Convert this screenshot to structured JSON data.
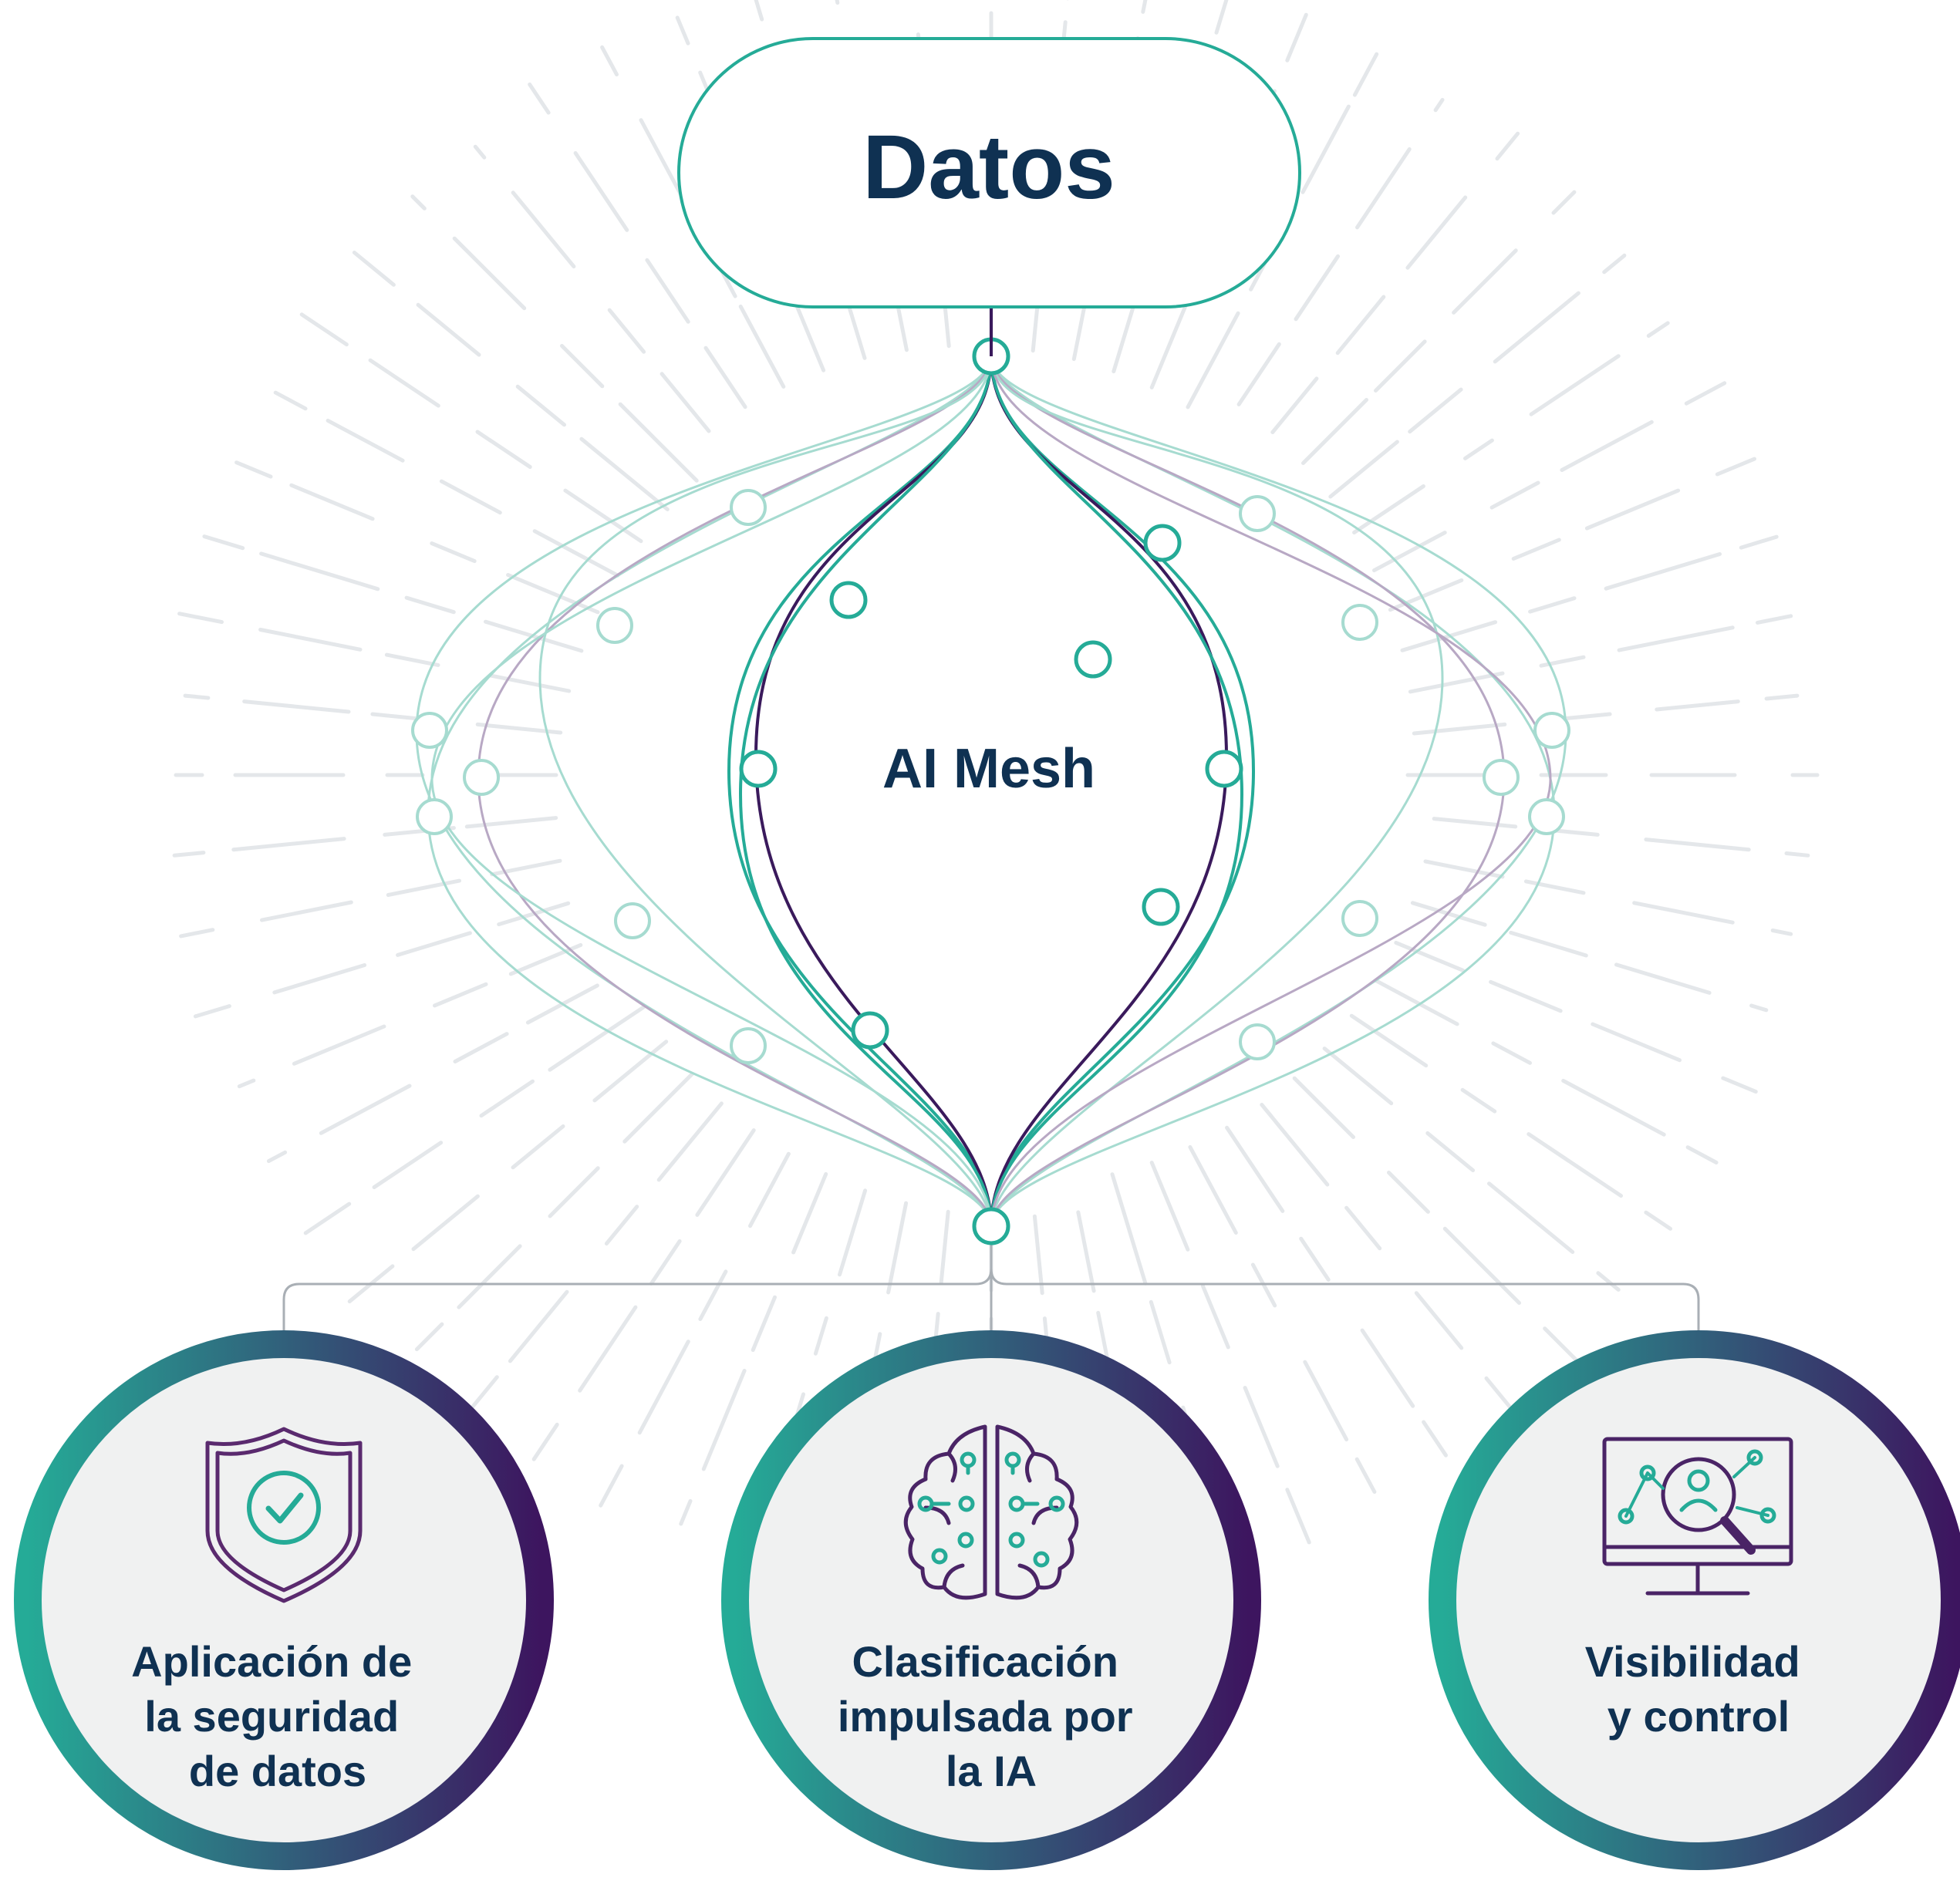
{
  "top_node": {
    "label": "Datos"
  },
  "center": {
    "label": "AI Mesh"
  },
  "cards": [
    {
      "lines": [
        "Aplicación de",
        "la seguridad",
        "de datos"
      ],
      "icon": "shield-check-icon"
    },
    {
      "lines": [
        "Clasificación",
        "impulsada por",
        "la IA"
      ],
      "icon": "brain-circuit-icon"
    },
    {
      "lines": [
        "Visibilidad",
        "y control"
      ],
      "icon": "monitor-search-icon"
    }
  ],
  "colors": {
    "teal": "#25ab97",
    "teal_light": "#a6dbd0",
    "purple": "#3a1a5c",
    "purple_light": "#b8a8c4",
    "navy_text": "#0f3152",
    "ray": "#e4e7ea",
    "card_fill": "#f0f1f1",
    "connector": "#a9afb5",
    "ring_start": "#25ab97",
    "ring_end": "#3d155f"
  }
}
